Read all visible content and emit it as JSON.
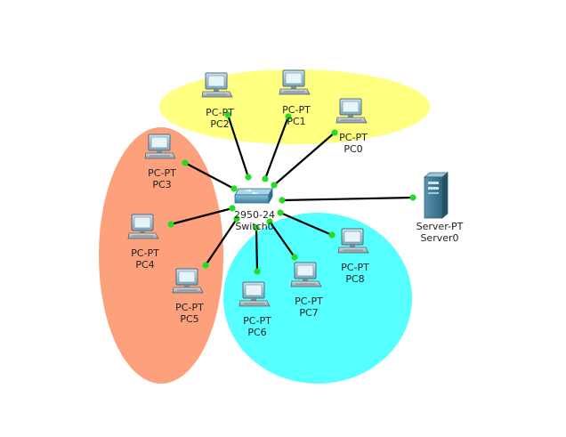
{
  "colors": {
    "zone_yellow": "#ffff80",
    "zone_orange": "#fca17c",
    "zone_cyan": "#55ffff",
    "link": "#000000",
    "link_status": "#22dd22"
  },
  "switch": {
    "model": "2950-24",
    "name": "Switch0",
    "icon": "switch-icon"
  },
  "server": {
    "model": "Server-PT",
    "name": "Server0",
    "icon": "server-icon"
  },
  "pcs": [
    {
      "model": "PC-PT",
      "name": "PC0",
      "icon": "pc-icon"
    },
    {
      "model": "PC-PT",
      "name": "PC1",
      "icon": "pc-icon"
    },
    {
      "model": "PC-PT",
      "name": "PC2",
      "icon": "pc-icon"
    },
    {
      "model": "PC-PT",
      "name": "PC3",
      "icon": "pc-icon"
    },
    {
      "model": "PC-PT",
      "name": "PC4",
      "icon": "pc-icon"
    },
    {
      "model": "PC-PT",
      "name": "PC5",
      "icon": "pc-icon"
    },
    {
      "model": "PC-PT",
      "name": "PC6",
      "icon": "pc-icon"
    },
    {
      "model": "PC-PT",
      "name": "PC7",
      "icon": "pc-icon"
    },
    {
      "model": "PC-PT",
      "name": "PC8",
      "icon": "pc-icon"
    }
  ]
}
